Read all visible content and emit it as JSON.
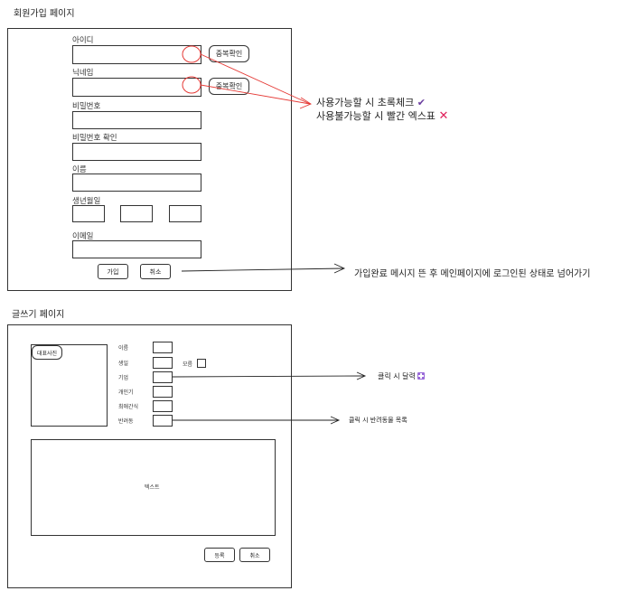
{
  "signup": {
    "page_title": "회원가입 페이지",
    "id_label": "아이디",
    "nickname_label": "닉네임",
    "password_label": "비밀번호",
    "password_confirm_label": "비밀번호 확인",
    "name_label": "이름",
    "birthdate_label": "생년월일",
    "email_label": "이메일",
    "dup_check_id": "중복확인",
    "dup_check_nickname": "중복확인",
    "join_button": "가입",
    "cancel_button": "취소",
    "note_available": "사용가능할 시 초록체크",
    "note_unavailable": "사용불가능할 시 빨간 엑스표",
    "note_join": "가입완료 메시지 뜬 후 메인페이지에 로그인된 상태로 넘어가기",
    "check_color": "#6b3fa0",
    "x_color": "#e0205a",
    "highlight_color": "#e53935"
  },
  "write": {
    "page_title": "글쓰기 페이지",
    "image_label": "대표사진",
    "name_label": "이름",
    "birth_label": "생일",
    "unknown_label": "모름",
    "species_label": "기업",
    "personality_label": "개인기",
    "favorite_snack_label": "최애간식",
    "pet_label": "반려동",
    "text_area_label": "텍스트",
    "submit_button": "등록",
    "cancel_button": "취소",
    "note_calendar": "클릭 시 달력",
    "note_pet_list": "클릭 시 반려동물 목록",
    "calendar_icon_color": "#9a6bd8"
  }
}
